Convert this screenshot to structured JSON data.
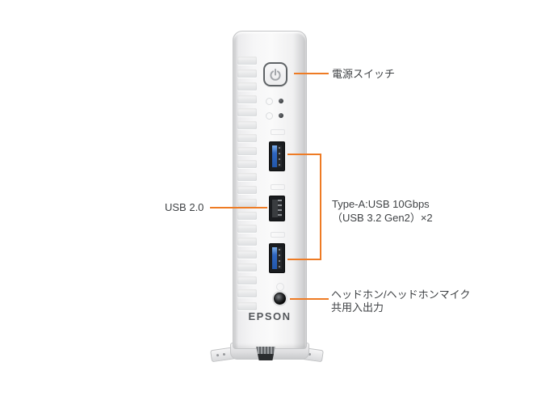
{
  "figure": {
    "background": "#ffffff",
    "accent_color": "#ee7b24",
    "text_color": "#3f4245"
  },
  "device": {
    "brand": "EPSON",
    "usb3_port_color": "#2f66c0"
  },
  "callouts": {
    "power": {
      "label": "電源スイッチ"
    },
    "usb2": {
      "label": "USB 2.0"
    },
    "usb3": {
      "line1": "Type-A:USB 10Gbps",
      "line2": "（USB 3.2 Gen2）×2"
    },
    "audio": {
      "line1": "ヘッドホン/ヘッドホンマイク",
      "line2": "共用入出力"
    }
  }
}
